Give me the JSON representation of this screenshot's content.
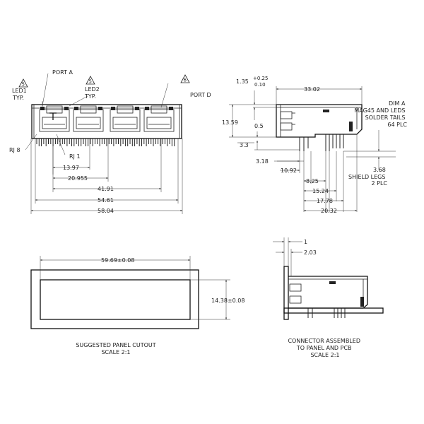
{
  "front": {
    "port_a": "PORT A",
    "port_d": "PORT D",
    "led1_a": "LED1",
    "led1_b": "TYP.",
    "led2_a": "LED2",
    "led2_b": "TYP.",
    "rj8": "RJ 8",
    "rj1": "RJ 1",
    "note5a": "5",
    "note5b": "5",
    "note6": "6",
    "d1": "13.97",
    "d2": "20.955",
    "d3": "41.91",
    "d4": "54.61",
    "d5": "58.04"
  },
  "side": {
    "d_135": "1.35",
    "d_135_tol_p": "+0.25",
    "d_135_tol_m": "0.10",
    "d_3302": "33.02",
    "d_1359": "13.59",
    "d_05": "0.5",
    "d_33": "3.3",
    "d_318": "3.18",
    "d_1092": "10.92",
    "d_825": "8.25",
    "d_1524": "15.24",
    "d_1778": "17.78",
    "d_2032": "20.32",
    "d_368": "3.68",
    "dim_a_lines": [
      "DIM A",
      "MAG45 AND LEDS",
      "SOLDER TAILS",
      "64 PLC"
    ],
    "shield_lines": [
      "SHIELD LEGS",
      "2 PLC"
    ]
  },
  "cutout": {
    "width": "59.69±0.08",
    "height": "14.38±0.08",
    "title": "SUGGESTED PANEL CUTOUT",
    "scale": "SCALE 2:1"
  },
  "assembly": {
    "d_1": "1",
    "d_203": "2.03",
    "lines": [
      "CONNECTOR ASSEMBLED",
      "TO PANEL AND PCB",
      "SCALE 2:1"
    ]
  }
}
